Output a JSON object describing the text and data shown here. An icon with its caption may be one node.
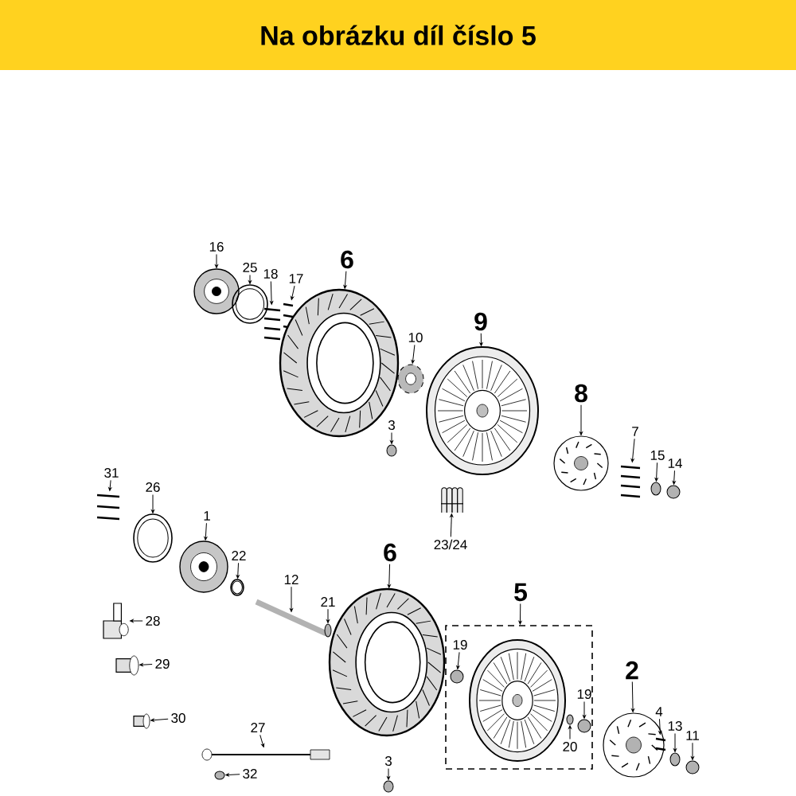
{
  "diagram": {
    "title": "Na obrázku díl číslo 5",
    "nodes": [
      {
        "text": [
          "16"
        ]
      },
      {
        "text": [],
        "shape": "picture"
      },
      {
        "text": [
          "25"
        ]
      },
      {
        "text": [],
        "shape": "picture"
      },
      {
        "text": [
          "18"
        ]
      },
      {
        "text": [],
        "shape": "picture"
      },
      {
        "text": [
          "17"
        ]
      },
      {
        "text": [],
        "shape": "picture"
      },
      {
        "text": [
          "6"
        ]
      },
      {
        "text": [],
        "shape": "picture"
      },
      {
        "text": [
          "10"
        ]
      },
      {
        "text": [],
        "shape": "picture"
      },
      {
        "text": [
          "9"
        ]
      },
      {
        "text": [],
        "shape": "picture"
      },
      {
        "text": [
          "3"
        ]
      },
      {
        "text": [],
        "shape": "circle"
      },
      {
        "text": [
          "8"
        ]
      },
      {
        "text": [],
        "shape": "picture"
      },
      {
        "text": [
          "7"
        ]
      },
      {
        "text": [],
        "shape": "picture"
      },
      {
        "text": [
          "15"
        ]
      },
      {
        "text": [],
        "shape": "circle"
      },
      {
        "text": [
          "14"
        ]
      },
      {
        "text": [],
        "shape": "circle"
      },
      {
        "text": [
          "23/24"
        ]
      },
      {
        "text": [],
        "shape": "picture"
      },
      {
        "text": [
          "31"
        ]
      },
      {
        "text": [],
        "shape": "picture"
      },
      {
        "text": [
          "26"
        ]
      },
      {
        "text": [],
        "shape": "picture"
      },
      {
        "text": [
          "1"
        ]
      },
      {
        "text": [],
        "shape": "picture"
      },
      {
        "text": [
          "22"
        ]
      },
      {
        "text": [],
        "shape": "picture"
      },
      {
        "text": [
          "12"
        ]
      },
      {
        "text": [],
        "shape": "picture"
      },
      {
        "text": [
          "21"
        ]
      },
      {
        "text": [],
        "shape": "circle"
      },
      {
        "text": [
          "6"
        ]
      },
      {
        "text": [],
        "shape": "picture"
      },
      {
        "text": [
          "28"
        ]
      },
      {
        "text": [],
        "shape": "picture"
      },
      {
        "text": [
          "29"
        ]
      },
      {
        "text": [],
        "shape": "cylinder"
      },
      {
        "text": [
          "30"
        ]
      },
      {
        "text": [],
        "shape": "cylinder"
      },
      {
        "text": [
          "5"
        ]
      },
      {
        "text": [],
        "shape": "box"
      },
      {
        "text": [
          "19"
        ],
        "in": 47
      },
      {
        "text": [],
        "shape": "circle",
        "in": 47
      },
      {
        "text": [
          "19"
        ],
        "in": 47
      },
      {
        "text": [],
        "shape": "circle",
        "in": 47
      },
      {
        "text": [
          "20"
        ],
        "in": 47
      },
      {
        "text": [],
        "shape": "circle",
        "in": 47
      },
      {
        "text": [
          "2"
        ]
      },
      {
        "text": [],
        "shape": "picture"
      },
      {
        "text": [
          "4"
        ]
      },
      {
        "text": [],
        "shape": "picture"
      },
      {
        "text": [
          "13"
        ]
      },
      {
        "text": [],
        "shape": "circle"
      },
      {
        "text": [
          "11"
        ]
      },
      {
        "text": [],
        "shape": "circle"
      },
      {
        "text": [
          "27"
        ]
      },
      {
        "text": [],
        "shape": "picture"
      },
      {
        "text": [
          "32"
        ]
      },
      {
        "text": [],
        "shape": "circle"
      },
      {
        "text": [
          "3"
        ]
      },
      {
        "text": [],
        "shape": "circle"
      }
    ],
    "edges": [
      {
        "from": 0,
        "to": 1,
        "arrow": "to"
      },
      {
        "from": 2,
        "to": 3,
        "arrow": "to"
      },
      {
        "from": 4,
        "to": 5,
        "arrow": "to"
      },
      {
        "from": 6,
        "to": 7,
        "arrow": "to"
      },
      {
        "from": 8,
        "to": 9,
        "arrow": "to"
      },
      {
        "from": 10,
        "to": 11,
        "arrow": "to"
      },
      {
        "from": 12,
        "to": 13,
        "arrow": "to"
      },
      {
        "from": 14,
        "to": 15,
        "arrow": "to"
      },
      {
        "from": 16,
        "to": 17,
        "arrow": "to"
      },
      {
        "from": 18,
        "to": 19,
        "arrow": "to"
      },
      {
        "from": 20,
        "to": 21,
        "arrow": "to"
      },
      {
        "from": 22,
        "to": 23,
        "arrow": "to"
      },
      {
        "from": 24,
        "to": 25,
        "arrow": "to"
      },
      {
        "from": 26,
        "to": 27,
        "arrow": "to"
      },
      {
        "from": 28,
        "to": 29,
        "arrow": "to"
      },
      {
        "from": 30,
        "to": 31,
        "arrow": "to"
      },
      {
        "from": 32,
        "to": 33,
        "arrow": "to"
      },
      {
        "from": 34,
        "to": 35,
        "arrow": "to"
      },
      {
        "from": 36,
        "to": 37,
        "arrow": "to"
      },
      {
        "from": 38,
        "to": 39,
        "arrow": "to"
      },
      {
        "from": 40,
        "to": 41,
        "arrow": "to"
      },
      {
        "from": 42,
        "to": 43,
        "arrow": "to"
      },
      {
        "from": 44,
        "to": 45,
        "arrow": "to"
      },
      {
        "from": 46,
        "to": 47,
        "arrow": "to"
      },
      {
        "from": 48,
        "to": 49,
        "arrow": "to"
      },
      {
        "from": 50,
        "to": 51,
        "arrow": "to"
      },
      {
        "from": 52,
        "to": 53,
        "arrow": "to"
      },
      {
        "from": 54,
        "to": 55,
        "arrow": "to"
      },
      {
        "from": 56,
        "to": 57,
        "arrow": "to"
      },
      {
        "from": 58,
        "to": 59,
        "arrow": "to"
      },
      {
        "from": 60,
        "to": 61,
        "arrow": "to"
      },
      {
        "from": 62,
        "to": 63,
        "arrow": "to"
      },
      {
        "from": 64,
        "to": 65,
        "arrow": "to"
      },
      {
        "from": 66,
        "to": 67,
        "arrow": "to"
      }
    ]
  }
}
